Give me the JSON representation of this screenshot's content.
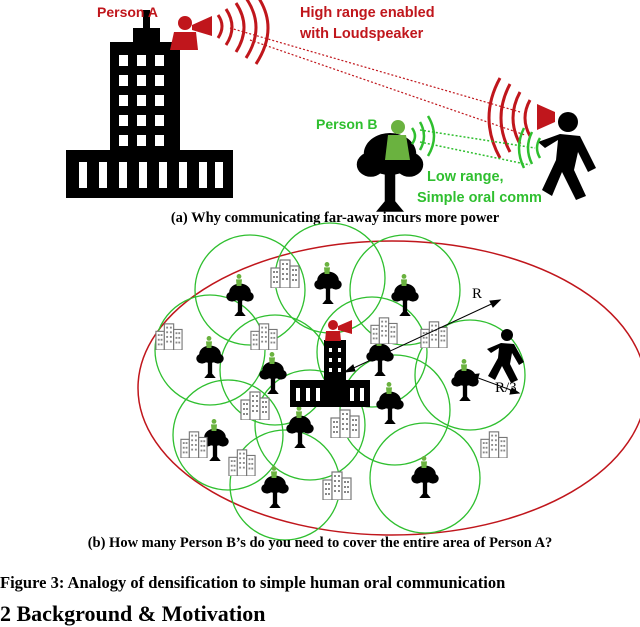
{
  "panel_a": {
    "person_a_label": "Person A",
    "loudspeaker_label_line1": "High range enabled",
    "loudspeaker_label_line2": "with Loudspeaker",
    "person_b_label": "Person B",
    "low_range_line1": "Low range,",
    "low_range_line2": "Simple oral comm",
    "caption": "(a) Why communicating far-away incurs more power"
  },
  "panel_b": {
    "radius_label": "R",
    "small_radius_label": "R/3",
    "caption": "(b) How many Person B’s do you need to cover the entire area of Person A?"
  },
  "figure_caption": "Figure 3: Analogy of densification to simple human oral communication",
  "section_heading": "2    Background & Motivation",
  "colors": {
    "red": "#c0161c",
    "green": "#2fbf2f",
    "person_b_green": "#6ab23f",
    "black": "#000000",
    "building_gray": "#888888"
  }
}
